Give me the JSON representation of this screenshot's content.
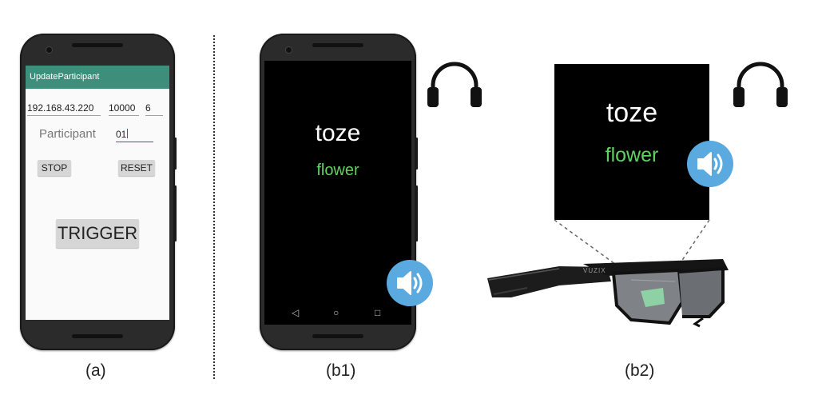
{
  "panel_a": {
    "caption": "(a)",
    "app_title": "UpdateParticipant",
    "ip_value": "192.168.43.220",
    "port_value": "10000",
    "count_value": "6",
    "participant_label": "Participant",
    "participant_value": "01",
    "stop_label": "STOP",
    "reset_label": "RESET",
    "trigger_label": "TRIGGER"
  },
  "panel_b1": {
    "caption": "(b1)",
    "word_top": "toze",
    "word_bottom": "flower",
    "nav_back": "◁",
    "nav_home": "○",
    "nav_recent": "□"
  },
  "panel_b2": {
    "caption": "(b2)",
    "word_top": "toze",
    "word_bottom": "flower",
    "glasses_brand": "VUZIX"
  },
  "colors": {
    "app_bar": "#3d8f7c",
    "word_bottom": "#5fd35f",
    "speaker": "#5aaae0"
  },
  "icons": [
    "headphones-icon",
    "speaker-icon",
    "nav-back-icon",
    "nav-home-icon",
    "nav-recent-icon"
  ]
}
